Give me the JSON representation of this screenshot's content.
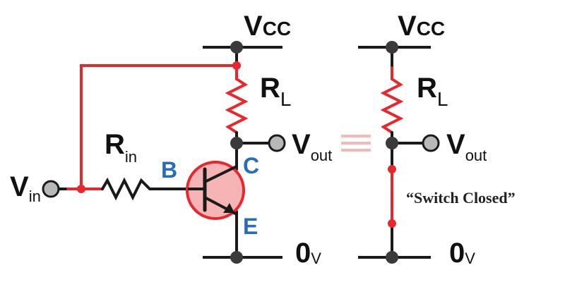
{
  "labels": {
    "vcc_left": "V",
    "vcc_left_sub": "CC",
    "vcc_right": "V",
    "vcc_right_sub": "CC",
    "rl_left": "R",
    "rl_left_sub": "L",
    "rl_right": "R",
    "rl_right_sub": "L",
    "rin": "R",
    "rin_sub": "in",
    "vin": "V",
    "vin_sub": "in",
    "vout_left": "V",
    "vout_left_sub": "out",
    "vout_right": "V",
    "vout_right_sub": "out",
    "base": "B",
    "collector": "C",
    "emitter": "E",
    "gnd_left": "0",
    "gnd_left_sub": "V",
    "gnd_right": "0",
    "gnd_right_sub": "V",
    "switch_closed": "“Switch Closed”"
  },
  "colors": {
    "wire": "#1a1a1a",
    "highlight_red": "#e8272d",
    "transistor_fill": "#f6b4b4",
    "terminal_grey": "#b8b8b8",
    "node_dark": "#3a3a3a",
    "equiv_pink": "#f5b8b8",
    "label_blue": "#2a6db5"
  }
}
